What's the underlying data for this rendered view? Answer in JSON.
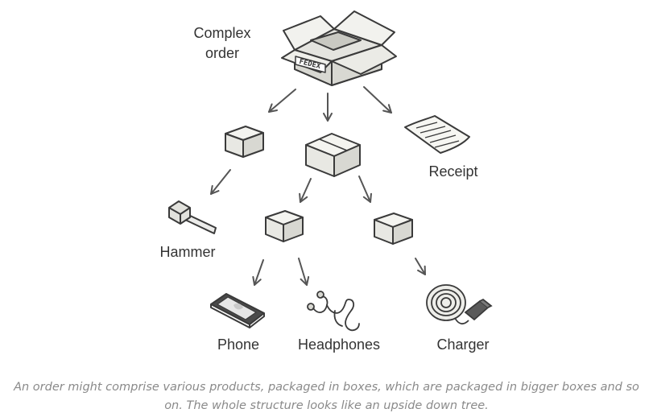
{
  "labels": {
    "complex_order_line1": "Complex",
    "complex_order_line2": "order",
    "box_stamp": "FEDEX",
    "receipt": "Receipt",
    "hammer": "Hammer",
    "phone": "Phone",
    "headphones": "Headphones",
    "charger": "Charger"
  },
  "caption": "An order might comprise various products, packaged in boxes, which are packaged in bigger boxes and so on. The whole structure looks like an upside down tree.",
  "colors": {
    "outline": "#3a3a3a",
    "box_top": "#f4f4f0",
    "box_side": "#dcdcd6",
    "box_front": "#e8e8e3",
    "arrow": "#555555",
    "caption": "#8a8a8a"
  }
}
